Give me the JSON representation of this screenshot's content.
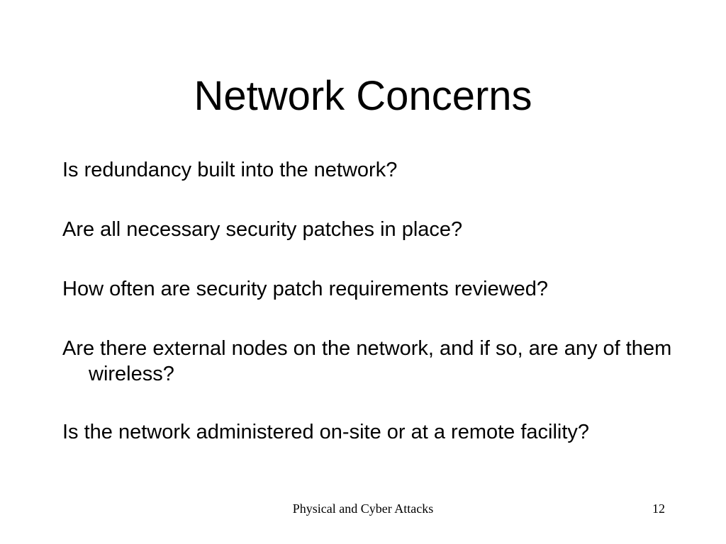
{
  "slide": {
    "title": "Network Concerns",
    "bullets": [
      {
        "text": "Is redundancy built into the network?"
      },
      {
        "text": "Are all necessary security patches in place?"
      },
      {
        "text": "How often are security patch requirements reviewed?"
      },
      {
        "text": "Are there external nodes on the network, and if so, are any of them wireless?"
      },
      {
        "text": "Is the network administered on-site or at a remote facility?"
      }
    ],
    "footer": {
      "center_text": "Physical and Cyber Attacks",
      "page_number": "12"
    }
  }
}
